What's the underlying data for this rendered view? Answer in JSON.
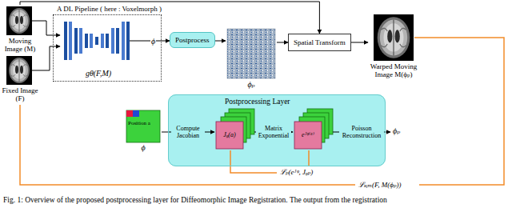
{
  "diagram": {
    "caption": "Fig. 1: Overview of the proposed postprocessing layer for Diffeomorphic Image Registration. The output from the registration",
    "nodes": [
      {
        "text": [
          "Moving Image (M)"
        ]
      },
      {
        "text": [
          "Fixed Image (F)"
        ]
      },
      {
        "text": [
          "A DL Pipeline ( here : Voxelmorph )"
        ]
      },
      {
        "text": [
          "gθ(F,M)"
        ],
        "in": 2
      },
      {
        "text": [
          "Postprocess"
        ]
      },
      {
        "text": [
          "ϕₚ"
        ]
      },
      {
        "text": [
          "Spatial Transform"
        ]
      },
      {
        "text": [
          "Warped Moving Image M(ϕₚ)"
        ]
      },
      {
        "text": [
          "Postprocessing Layer"
        ]
      },
      {
        "text": [
          "Position a",
          "ϕ"
        ]
      },
      {
        "text": [
          "Jᵩ(a)"
        ],
        "in": 8
      },
      {
        "text": [
          "eᴶᵠ⁽ᵃ⁾"
        ],
        "in": 8
      },
      {
        "text": [
          "ϕₚ"
        ]
      }
    ],
    "edges": [
      {
        "from": 0,
        "to": 3,
        "arrow": "to"
      },
      {
        "from": 1,
        "to": 3,
        "arrow": "to"
      },
      {
        "from": 3,
        "to": 4,
        "label": "ϕ",
        "arrow": "to"
      },
      {
        "from": 4,
        "to": 5,
        "arrow": "to"
      },
      {
        "from": 0,
        "to": 6,
        "arrow": "to"
      },
      {
        "from": 5,
        "to": 6,
        "arrow": "to"
      },
      {
        "from": 6,
        "to": 7,
        "arrow": "to"
      },
      {
        "from": 9,
        "to": 10,
        "label": "Compute Jacobian",
        "arrow": "to"
      },
      {
        "from": 10,
        "to": 11,
        "label": "Matrix Exponential",
        "arrow": "to"
      },
      {
        "from": 11,
        "to": 12,
        "label": "Poisson Reconstruction",
        "arrow": "to"
      }
    ],
    "labels": [
      "ℒₚ(eᴶᵠ, Jᵩₚ)",
      "ℒₛᵢₘ(F, M(ϕₚ))"
    ]
  }
}
